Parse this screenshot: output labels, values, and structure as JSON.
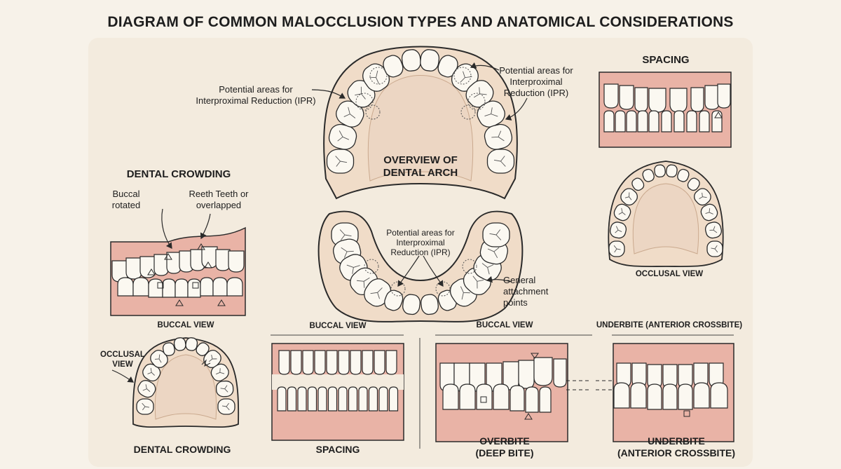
{
  "title": "DIAGRAM OF COMMON MALOCCLUSION TYPES AND ANATOMICAL CONSIDERATIONS",
  "arch": {
    "center_label": "OVERVIEW OF DENTAL ARCH",
    "ipr_left": "Potential areas for Interproximal Reduction (IPR)",
    "ipr_right": "Potential areas for Interproximal Reduction (IPR)",
    "ipr_lower": "Potential areas for Interproximal Reduction (IPR)",
    "attachment": "General attachment points"
  },
  "crowding": {
    "heading": "DENTAL CROWDING",
    "note_left": "Buccal rotated",
    "note_right": "Reeth Teeth or overlapped",
    "view_buccal": "BUCCAL VIEW",
    "view_occlusal": "OCCLUSAL VIEW",
    "caption": "DENTAL CROWDING"
  },
  "spacing": {
    "heading": "SPACING",
    "view_occlusal": "OCCLUSAL VIEW",
    "view_buccal": "BUCCAL VIEW",
    "caption": "SPACING"
  },
  "overbite": {
    "view": "BUCCAL VIEW",
    "caption_line1": "OVERBITE",
    "caption_line2": "(DEEP BITE)"
  },
  "underbite": {
    "view": "UNDERBITE (ANTERIOR CROSSBITE)",
    "caption_line1": "UNDERBITE",
    "caption_line2": "(ANTERIOR CROSSBITE)"
  },
  "colors": {
    "background": "#f7f2e9",
    "panel": "#f3ebde",
    "gum": "#e9b3a6",
    "tooth": "#fbf8f1",
    "palate": "#eed6c4",
    "outline": "#2a2a2a"
  }
}
